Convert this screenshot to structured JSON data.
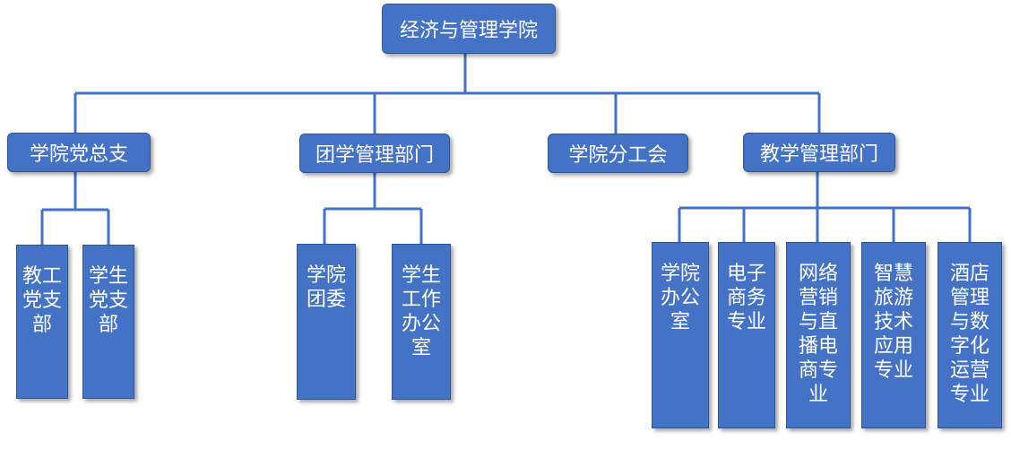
{
  "root": {
    "label": "经济与管理学院"
  },
  "departments": [
    {
      "label": "学院党总支",
      "children": [
        "教工党支部",
        "学生党支部"
      ]
    },
    {
      "label": "团学管理部门",
      "children": [
        "学院团委",
        "学生工作办公室"
      ]
    },
    {
      "label": "学院分工会",
      "children": []
    },
    {
      "label": "教学管理部门",
      "children": [
        "学院办公室",
        "电子商务专业",
        "网络营销与直播电商专业",
        "智慧旅游技术应用专业",
        "酒店管理与数字化运营专业"
      ]
    }
  ],
  "colors": {
    "box_fill": "#4472c4",
    "box_border": "#2f5597",
    "line": "#4472c4"
  }
}
